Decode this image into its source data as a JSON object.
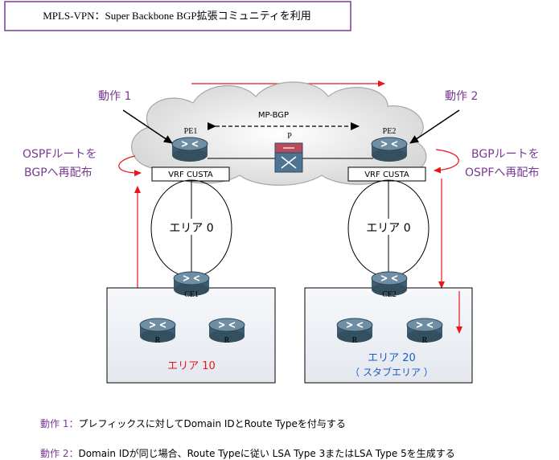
{
  "title": "MPLS-VPN：Super Backbone BGP拡張コミュニティを利用",
  "labels": {
    "action1": "動作 1",
    "action2": "動作 2",
    "mp_bgp": "MP-BGP",
    "pe1": "PE1",
    "pe2": "PE2",
    "p": "P",
    "vrf1": "VRF CUSTA",
    "vrf2": "VRF CUSTA",
    "ospf_to_bgp_l1": "OSPFルートを",
    "ospf_to_bgp_l2": "BGPへ再配布",
    "bgp_to_ospf_l1": "BGPルートを",
    "bgp_to_ospf_l2": "OSPFへ再配布",
    "area0_left": "エリア 0",
    "area0_right": "エリア 0",
    "ce1": "CE1",
    "ce2": "CE2",
    "r": "R",
    "area10": "エリア 10",
    "area20_l1": "エリア 20",
    "area20_l2": "（ スタブエリア ）"
  },
  "notes": [
    {
      "label": "動作 1：",
      "text": "プレフィックスに対してDomain IDとRoute Typeを付与する"
    },
    {
      "label": "動作 2：",
      "text": "Domain IDが同じ場合、Route Typeに従い LSA Type 3またはLSA Type 5を生成する"
    }
  ],
  "colors": {
    "accent_purple": "#7a3a92",
    "area10_red": "#e8151b",
    "area20_blue": "#1a5cc8",
    "arrow_red": "#e8151b",
    "box_fill": "#eef1f5",
    "router_body": "#4a6a80"
  }
}
